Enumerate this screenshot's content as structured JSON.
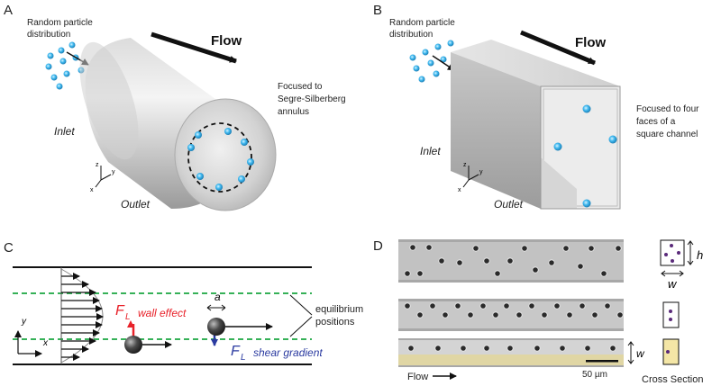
{
  "panels": {
    "a": {
      "letter": "A",
      "random_label_1": "Random particle",
      "random_label_2": "distribution",
      "flow": "Flow",
      "focused_1": "Focused to",
      "focused_2": "Segre-Silberberg",
      "focused_3": "annulus",
      "inlet": "Inlet",
      "outlet": "Outlet",
      "axis_z": "z",
      "axis_y": "y",
      "axis_x": "x"
    },
    "b": {
      "letter": "B",
      "random_label_1": "Random particle",
      "random_label_2": "distribution",
      "flow": "Flow",
      "focused_1": "Focused to four",
      "focused_2": "faces of a",
      "focused_3": "square channel",
      "inlet": "Inlet",
      "outlet": "Outlet",
      "axis_z": "z",
      "axis_y": "y",
      "axis_x": "x"
    },
    "c": {
      "letter": "C",
      "fl_symbol": "F",
      "fl_sub": "L",
      "wall_effect": "wall effect",
      "shear_gradient": "shear gradient",
      "a_label": "a",
      "equilibrium_1": "equilibrium",
      "equilibrium_2": "positions",
      "axis_y": "y",
      "axis_x": "x"
    },
    "d": {
      "letter": "D",
      "h_label": "h",
      "w_label": "w",
      "w_label_strip": "w",
      "scale_bar": "50 µm",
      "flow": "Flow",
      "cross_section": "Cross Section"
    }
  },
  "colors": {
    "particle": "#3fb8ef",
    "wall_effect": "#e8222a",
    "shear_gradient": "#2a3aa0",
    "equilibrium_line": "#1aa640",
    "dot_purple": "#5a2a7a",
    "yellow_tint": "#f4e6a6"
  }
}
